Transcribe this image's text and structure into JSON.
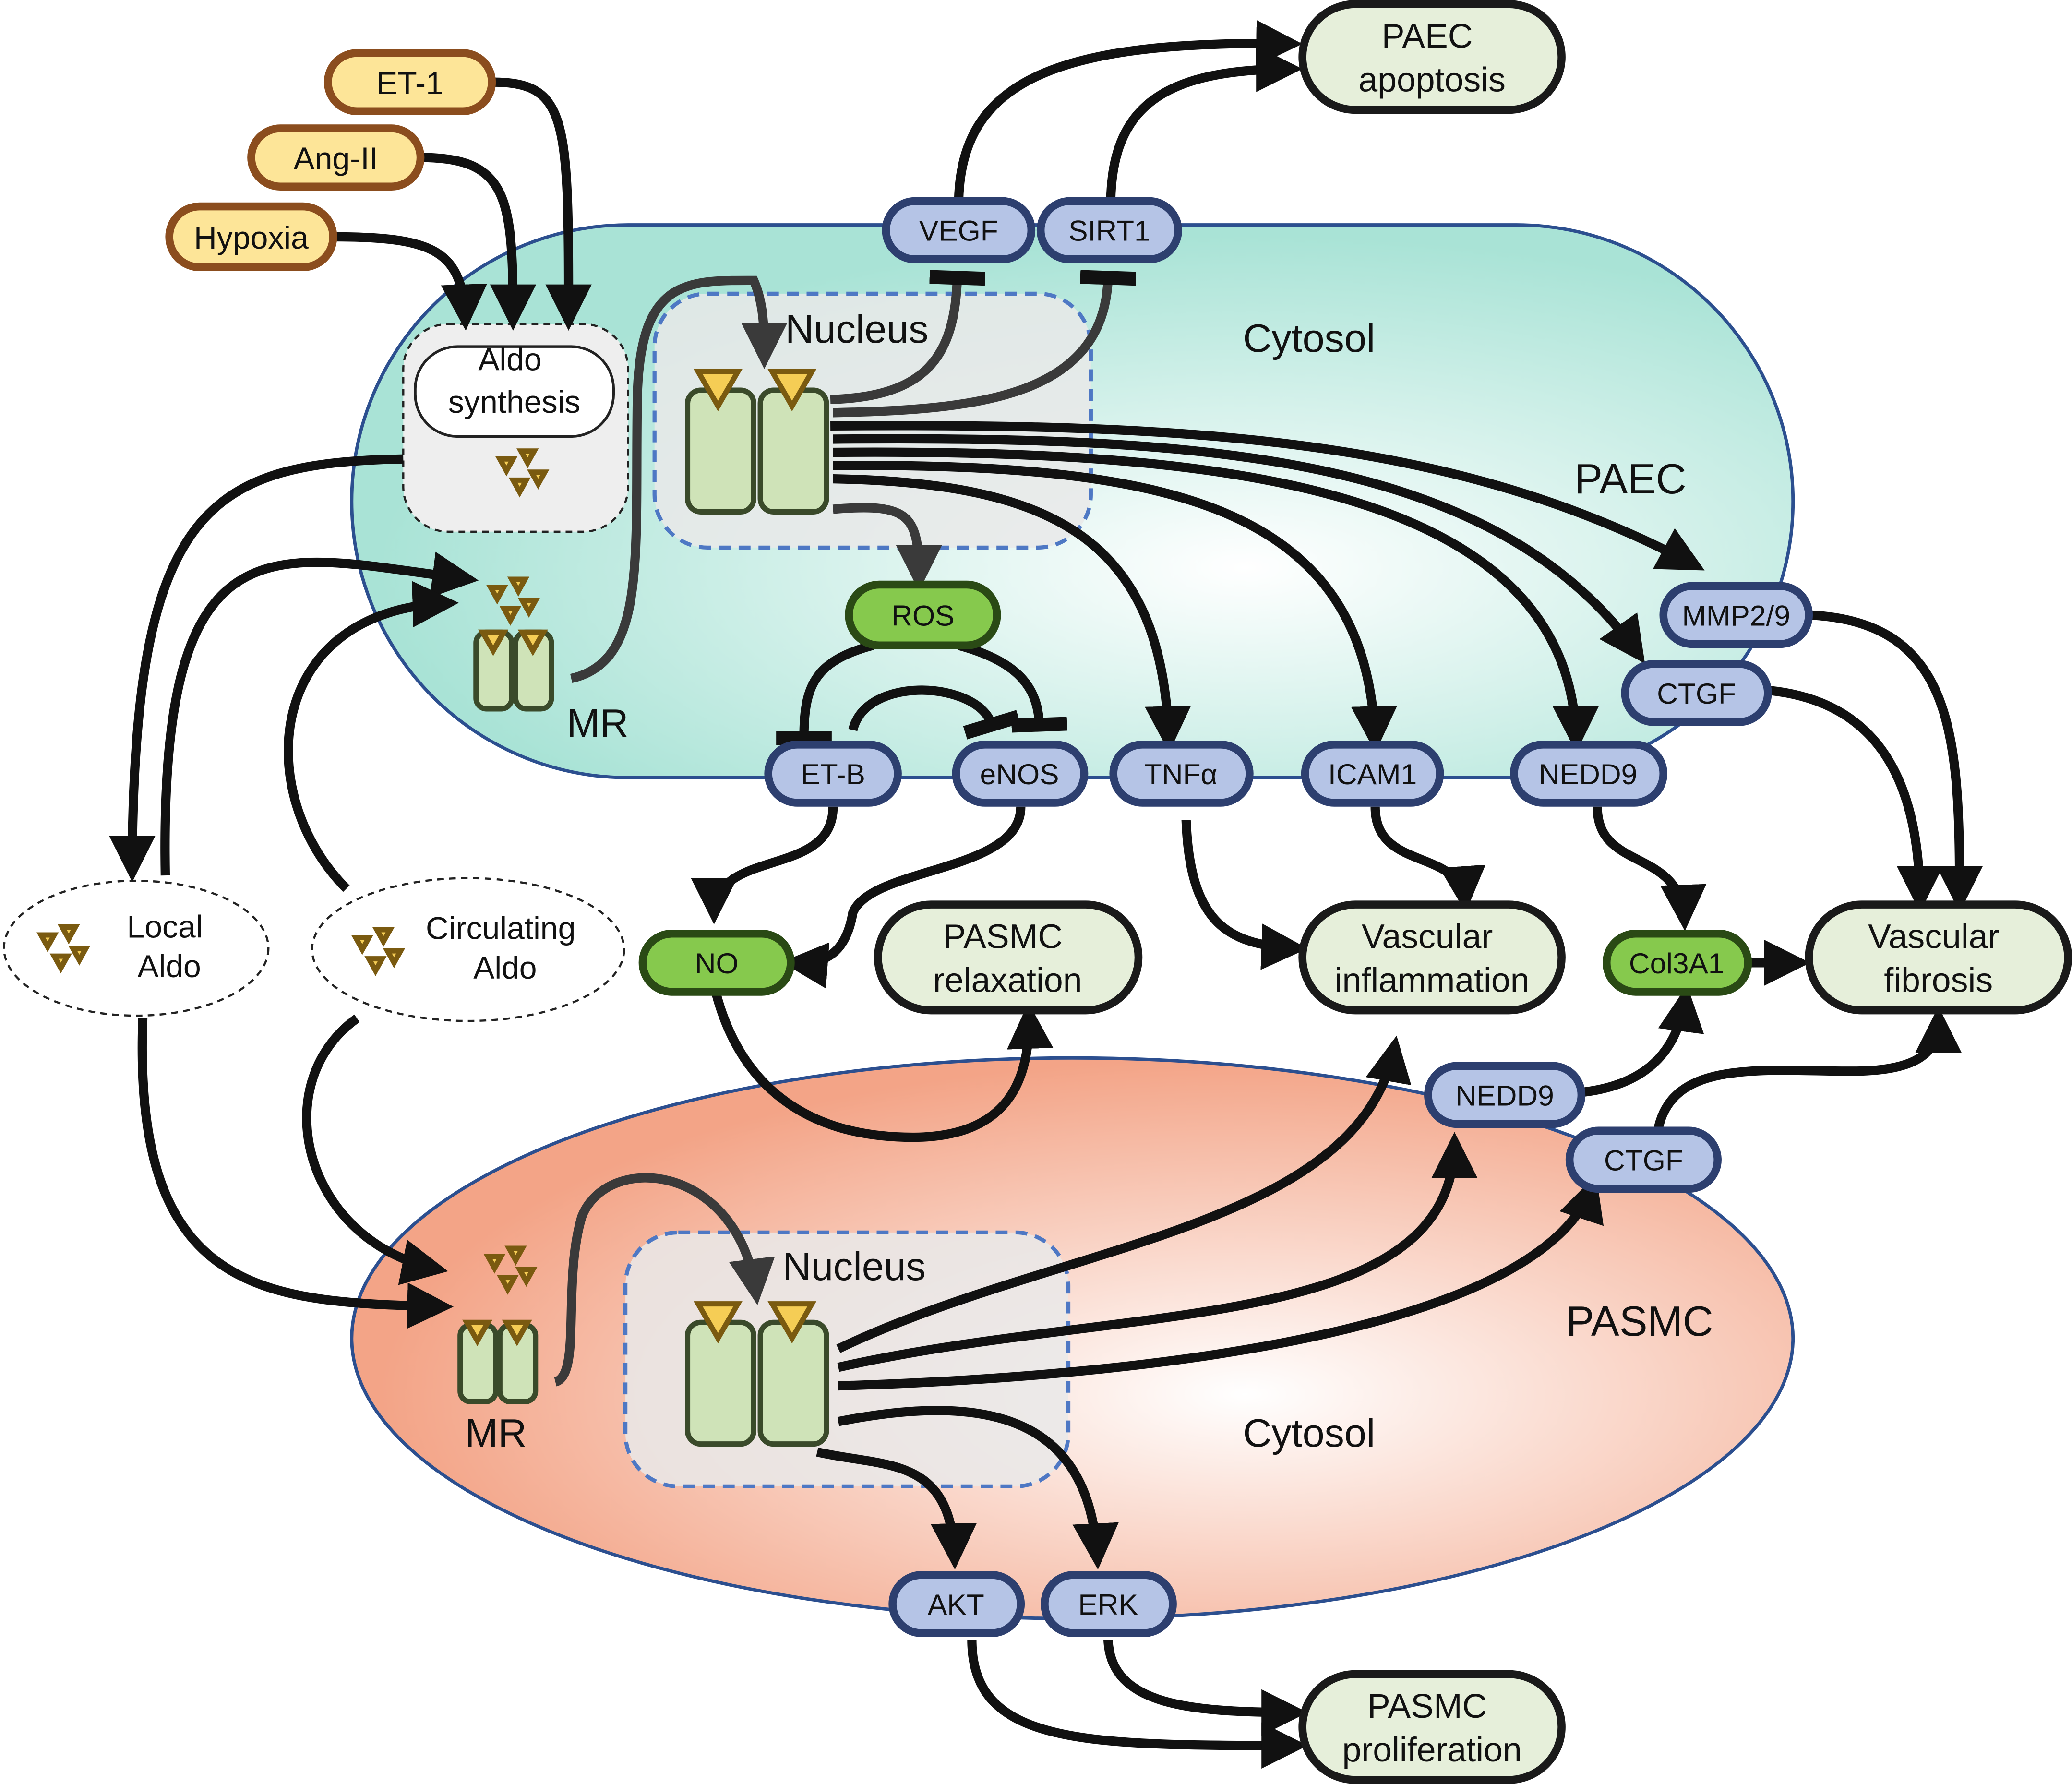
{
  "stimuli": {
    "et1": "ET-1",
    "ang2": "Ang-II",
    "hypoxia": "Hypoxia"
  },
  "aldo_synthesis": "Aldo synthesis",
  "local_aldo": "Local Aldo",
  "circulating_aldo": "Circulating Aldo",
  "paec": {
    "cell_label": "PAEC",
    "cytosol": "Cytosol",
    "nucleus": "Nucleus",
    "receptor": "MR",
    "proteins": {
      "vegf": "VEGF",
      "sirt1": "SIRT1",
      "ros": "ROS",
      "etb": "ET-B",
      "enos": "eNOS",
      "tnfa": "TNFα",
      "icam1": "ICAM1",
      "nedd9": "NEDD9",
      "ctgf": "CTGF",
      "mmp": "MMP2/9"
    }
  },
  "pasmc": {
    "cell_label": "PASMC",
    "cytosol": "Cytosol",
    "nucleus": "Nucleus",
    "receptor": "MR",
    "proteins": {
      "nedd9": "NEDD9",
      "ctgf": "CTGF",
      "akt": "AKT",
      "erk": "ERK"
    }
  },
  "mediators": {
    "no": "NO",
    "col3a1": "Col3A1"
  },
  "outcomes": {
    "paec_apoptosis": "PAEC apoptosis",
    "pasmc_relaxation": "PASMC relaxation",
    "vascular_inflammation": "Vascular inflammation",
    "vascular_fibrosis": "Vascular fibrosis",
    "pasmc_proliferation": "PASMC proliferation"
  },
  "colors": {
    "paec_fill": "#a9e3d6",
    "pasmc_fill": "#f3a487",
    "cell_border": "#2c4f8f",
    "nucleus_border": "#4e78c4",
    "stimulus": "#fde598",
    "protein": "#b5c4e6",
    "green_node": "#86c94d",
    "outcome": "#e6efda",
    "aldo": "#f5cd55"
  }
}
